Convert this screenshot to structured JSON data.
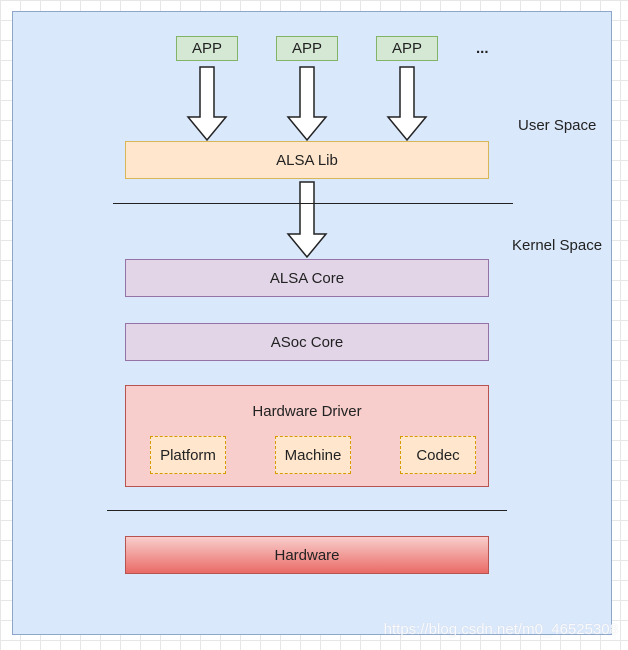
{
  "apps": [
    "APP",
    "APP",
    "APP"
  ],
  "apps_more": "...",
  "labels": {
    "user_space": "User Space",
    "kernel_space": "Kernel Space"
  },
  "alsa_lib": "ALSA Lib",
  "alsa_core": "ALSA Core",
  "asoc_core": "ASoc Core",
  "hardware_driver": {
    "title": "Hardware Driver",
    "components": [
      "Platform",
      "Machine",
      "Codec"
    ]
  },
  "hardware": "Hardware",
  "watermark": "https://blog.csdn.net/m0_46525308",
  "colors": {
    "app_fill": "#d5e8d4",
    "lib_fill": "#ffe6cc",
    "core_fill": "#e1d5e7",
    "driver_fill": "#f8cecc",
    "hardware_fill": "#ea6b66",
    "background": "#dae8fc"
  }
}
